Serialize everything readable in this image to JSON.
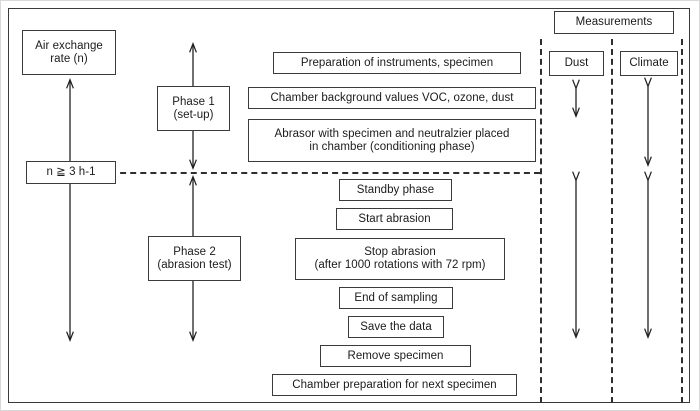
{
  "figure": {
    "title": "Chamber abrasion test procedure flowchart",
    "frame_color": "#3a3a3a",
    "box_border_color": "#3b3b3b",
    "dash_color": "#2e2e2e",
    "text_color": "#1b1b1b",
    "background": "#ffffff"
  },
  "air_exchange_column": {
    "top_box": "Air exchange\nrate (n)",
    "condition_box": "n ≧ 3 h-1"
  },
  "phase_column": {
    "phase1": "Phase 1\n(set-up)",
    "phase2": "Phase 2\n(abrasion test)"
  },
  "phase1_steps": [
    {
      "label": "Preparation of instruments, specimen"
    },
    {
      "label": "Chamber background values VOC, ozone, dust"
    },
    {
      "label": "Abrasor with specimen and neutralzier placed\nin chamber (conditioning phase)"
    }
  ],
  "phase2_steps": [
    {
      "label": "Standby phase"
    },
    {
      "label": "Start abrasion"
    },
    {
      "label": "Stop abrasion\n(after 1000 rotations with 72 rpm)"
    },
    {
      "label": "End of sampling"
    },
    {
      "label": "Save the data"
    },
    {
      "label": "Remove specimen"
    },
    {
      "label": "Chamber preparation for next specimen"
    }
  ],
  "measurements": {
    "header": "Measurements",
    "columns": [
      {
        "label": "Dust"
      },
      {
        "label": "Climate"
      }
    ]
  }
}
